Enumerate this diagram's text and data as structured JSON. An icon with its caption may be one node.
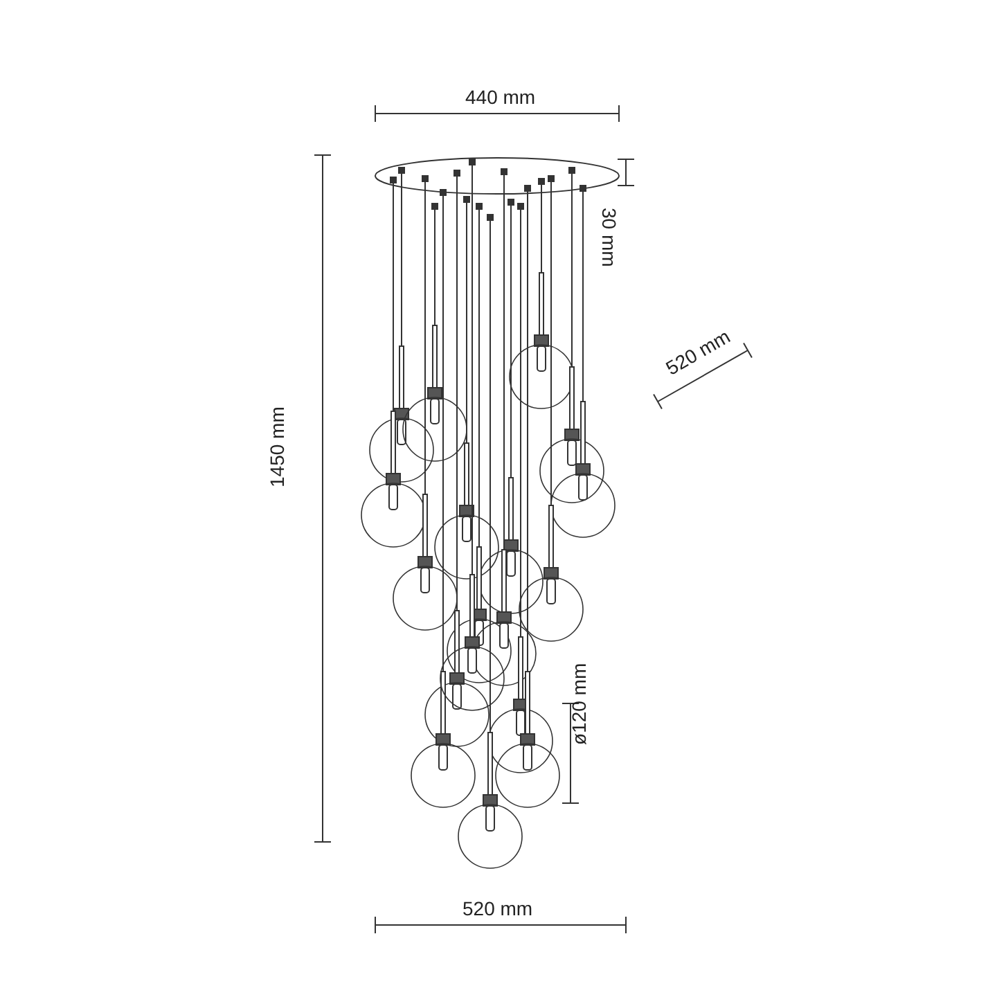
{
  "diagram": {
    "labels": [
      "440 mm",
      "30 mm",
      "520 mm",
      "1450 mm",
      "ø120 mm",
      "520 mm"
    ]
  }
}
